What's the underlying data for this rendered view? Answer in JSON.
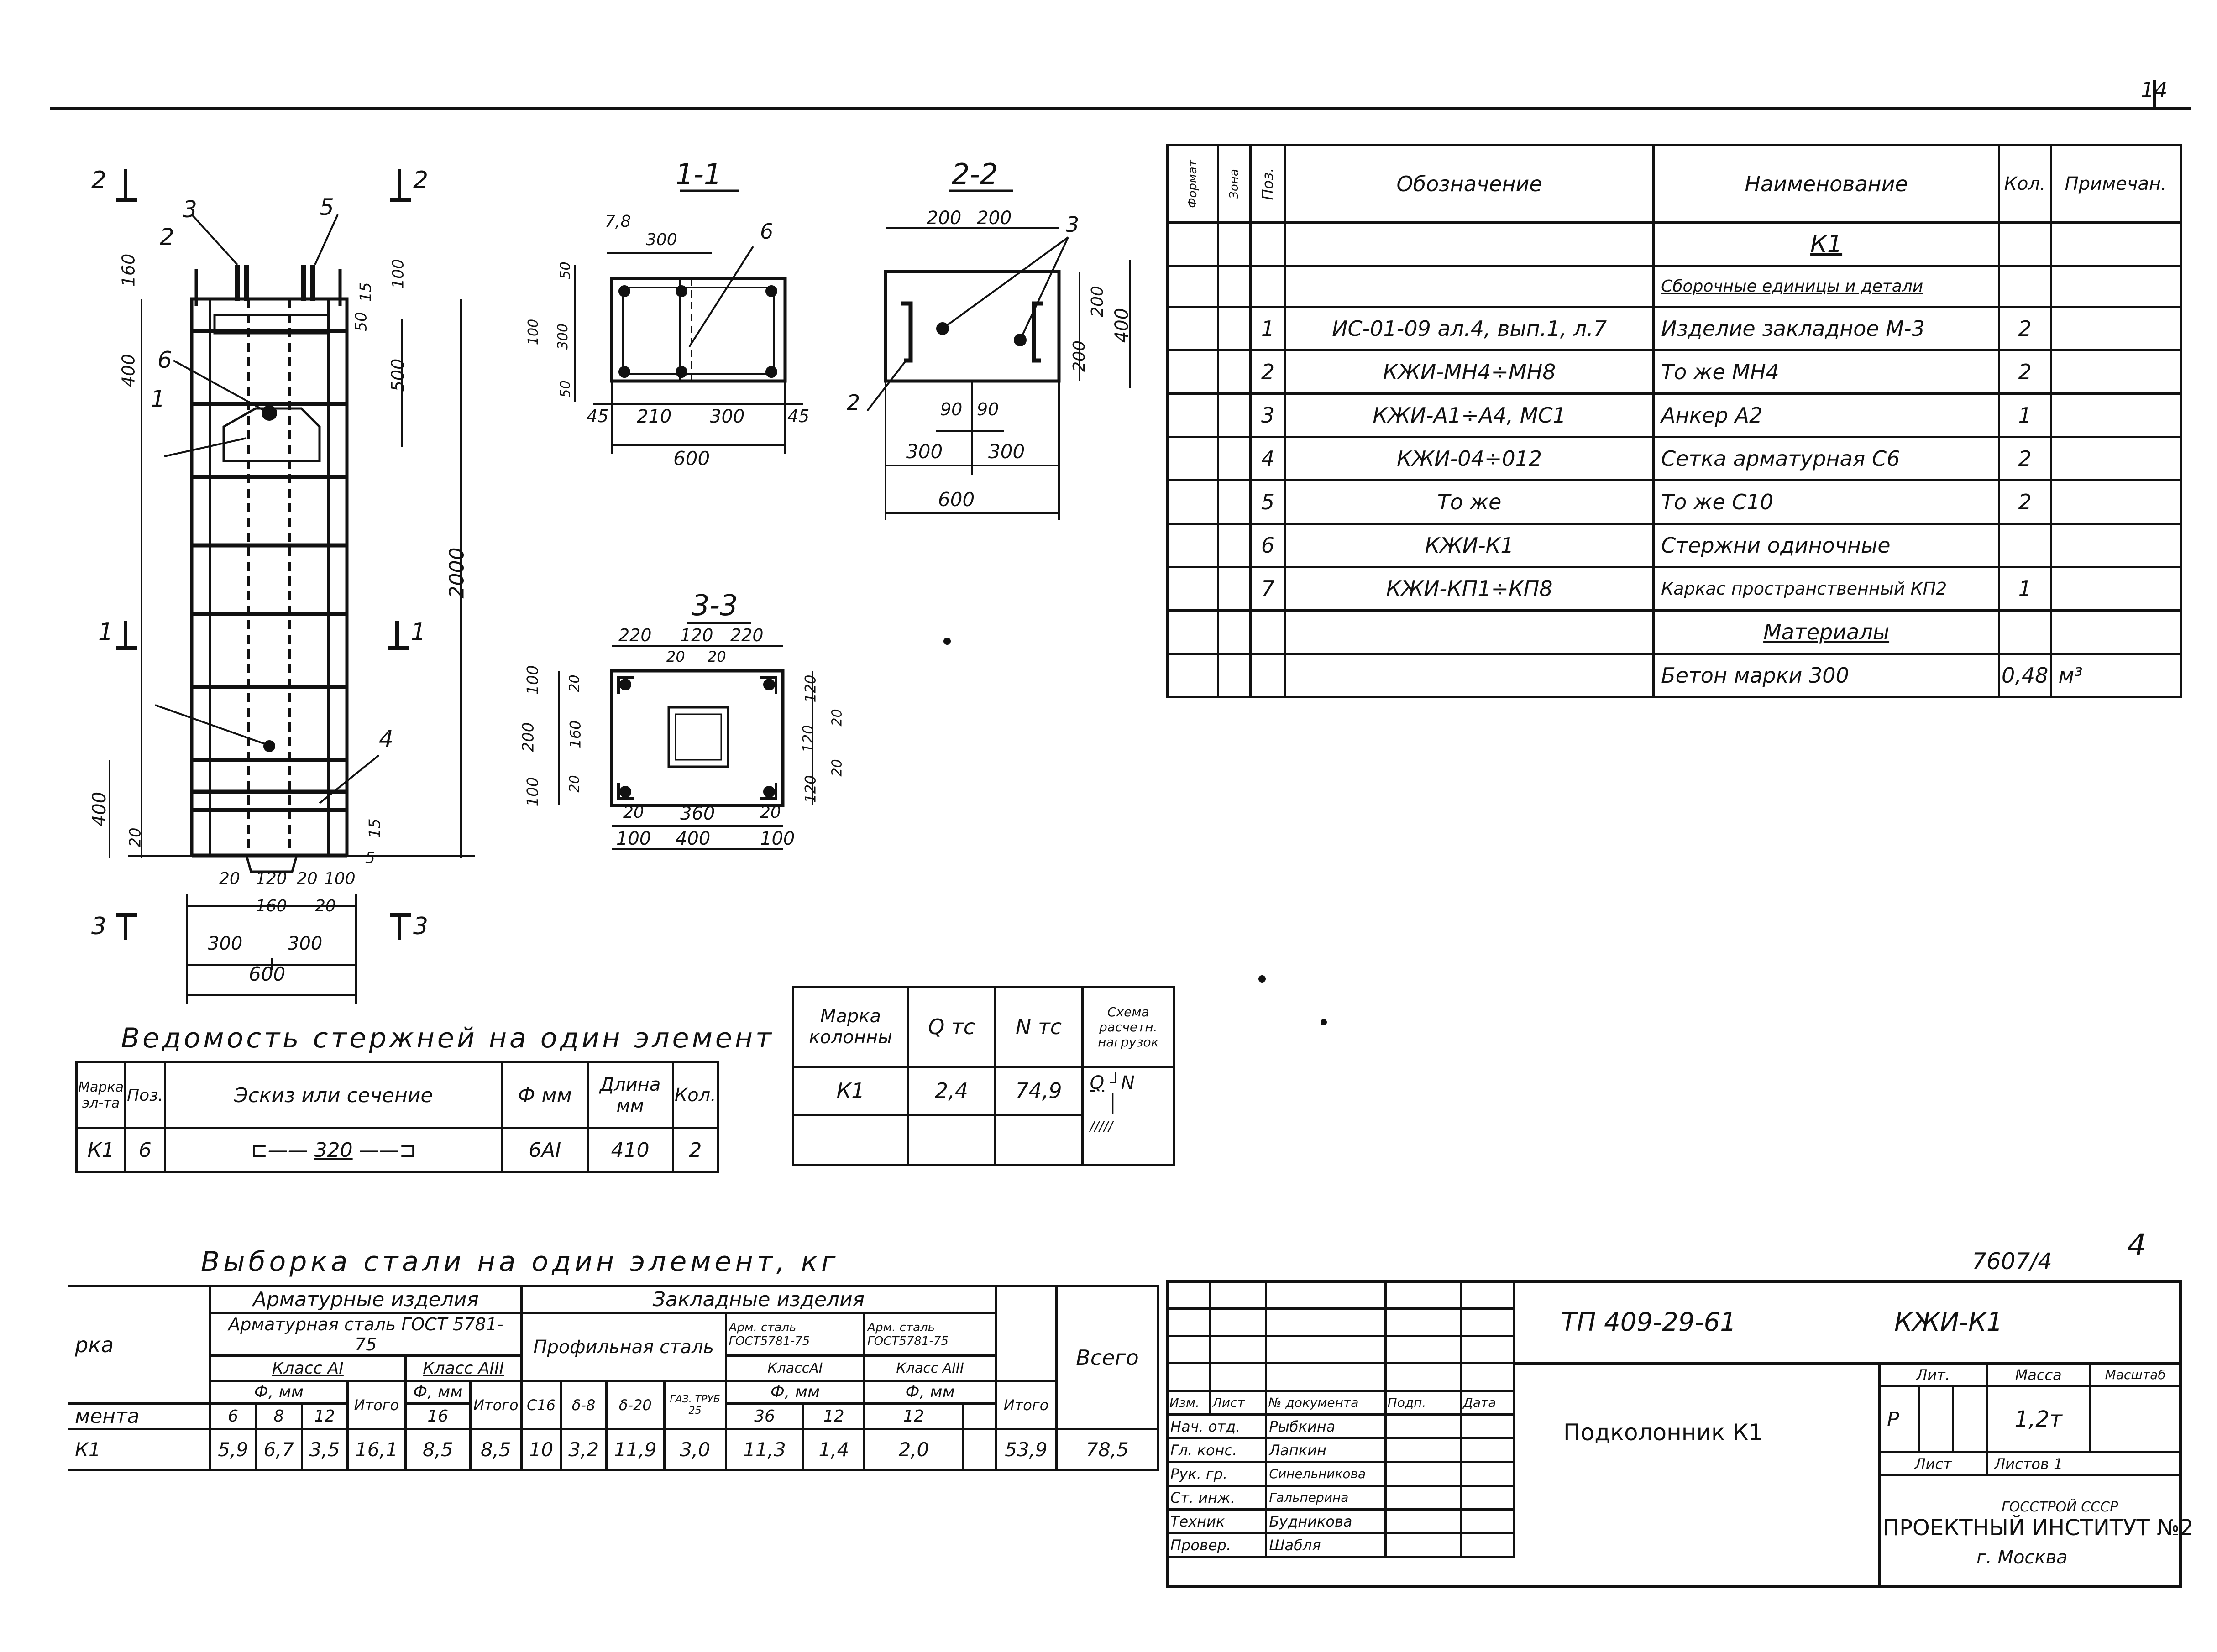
{
  "sheet_number": "14",
  "drawing": {
    "section_labels": [
      "1-1",
      "2-2",
      "3-3"
    ],
    "cut_marks": {
      "top_left": "2",
      "top_right": "2",
      "mid_left": "1",
      "mid_right": "1",
      "bot_left": "3",
      "bot_right": "3"
    },
    "elevation_dims": {
      "d160": "160",
      "d400a": "400",
      "d2000": "2000",
      "d500": "500",
      "d100": "100",
      "d15a": "15",
      "d50": "50",
      "d400b": "400",
      "d20a": "20",
      "d15b": "15",
      "d5": "5",
      "b20a": "20",
      "b120": "120",
      "b20b": "20",
      "b100": "100",
      "b160": "160",
      "b20c": "20",
      "b300a": "300",
      "b300b": "300",
      "b600": "600"
    },
    "elevation_callouts": [
      "1",
      "2",
      "3",
      "4",
      "5",
      "6"
    ],
    "sec11": {
      "top": [
        "7,8",
        "300"
      ],
      "left": [
        "50",
        "100",
        "300",
        "50"
      ],
      "bottom1": [
        "45",
        "210",
        "300",
        "45"
      ],
      "bottom2": "600",
      "callout": "6"
    },
    "sec22": {
      "top": [
        "200",
        "200"
      ],
      "right": [
        "200",
        "200",
        "400"
      ],
      "mid": [
        "90",
        "90"
      ],
      "bottom1": [
        "300",
        "300"
      ],
      "bottom2": "600",
      "callouts": [
        "2",
        "3"
      ]
    },
    "sec33": {
      "top": [
        "220",
        "120",
        "220"
      ],
      "top2": [
        "20",
        "20"
      ],
      "left": [
        "100",
        "200",
        "100"
      ],
      "left2": [
        "20",
        "160",
        "20"
      ],
      "right": [
        "120",
        "120",
        "120"
      ],
      "right2": [
        "20",
        "20"
      ],
      "bottom1": [
        "20",
        "360",
        "20"
      ],
      "bottom2": [
        "100",
        "400",
        "100"
      ]
    }
  },
  "spec_table": {
    "headers": {
      "format": "Формат",
      "zone": "Зона",
      "pos": "Поз.",
      "designation": "Обозначение",
      "name": "Наименование",
      "qty": "Кол.",
      "note": "Примечан."
    },
    "rows": [
      {
        "pos": "",
        "designation": "",
        "name": "К1",
        "qty": ""
      },
      {
        "pos": "",
        "designation": "",
        "name": "Сборочные единицы и детали",
        "qty": ""
      },
      {
        "pos": "1",
        "designation": "ИС-01-09 ал.4, вып.1, л.7",
        "name": "Изделие закладное М-3",
        "qty": "2"
      },
      {
        "pos": "2",
        "designation": "КЖИ-МН4÷МН8",
        "name": "То же          МН4",
        "qty": "2"
      },
      {
        "pos": "3",
        "designation": "КЖИ-А1÷А4, МС1",
        "name": "Анкер А2",
        "qty": "1"
      },
      {
        "pos": "4",
        "designation": "КЖИ-04÷012",
        "name": "Сетка арматурная С6",
        "qty": "2"
      },
      {
        "pos": "5",
        "designation": "То же",
        "name": "То же          С10",
        "qty": "2"
      },
      {
        "pos": "6",
        "designation": "КЖИ-К1",
        "name": "Стержни одиночные",
        "qty": ""
      },
      {
        "pos": "7",
        "designation": "КЖИ-КП1÷КП8",
        "name": "Каркас пространственный КП2",
        "qty": "1"
      },
      {
        "pos": "",
        "designation": "",
        "name": "Материалы",
        "qty": ""
      },
      {
        "pos": "",
        "designation": "",
        "name": "Бетон марки 300",
        "qty": "0,48",
        "note": "м³"
      }
    ]
  },
  "bars_table": {
    "title": "Ведомость стержней на один элемент",
    "headers": [
      "Марка эл-та",
      "Поз.",
      "Эскиз или сечение",
      "Ф мм",
      "Длина мм",
      "Кол."
    ],
    "row": [
      "К1",
      "6",
      "320",
      "6АI",
      "410",
      "2"
    ]
  },
  "load_table": {
    "headers": [
      "Марка колонны",
      "Q тс",
      "N тс",
      "Схема расчетн. нагрузок"
    ],
    "row": [
      "К1",
      "2,4",
      "74,9"
    ],
    "scheme": {
      "q": "Q",
      "n": "N"
    }
  },
  "steel_table": {
    "title": "Выборка стали на один элемент, кг",
    "group1": "Арматурные изделия",
    "group2": "Закладные изделия",
    "sub_arm": "Арматурная сталь ГОСТ 5781-75",
    "class_a1": "Класс АI",
    "class_a3": "Класс АIII",
    "dia_mm": "Ф, мм",
    "itogo": "Итого",
    "profile": "Профильная сталь",
    "arm_steel1": "Арм. сталь ГОСТ5781-75",
    "arm_steel2": "Арм. сталь ГОСТ5781-75",
    "klass_a1": "КлассАI",
    "klass_a3": "Класс АIII",
    "vsego": "Всего",
    "marka": "рка",
    "element": "мента",
    "dia_a1": [
      "6",
      "8",
      "12"
    ],
    "dia_a3": [
      "16"
    ],
    "profile_cols": [
      "С16",
      "δ-8",
      "δ-20",
      "ГАЗ. ТРУБ 25"
    ],
    "emb_a1": [
      "36",
      "12"
    ],
    "emb_a3": [
      "12"
    ],
    "row": {
      "mark": "К1",
      "v6": "5,9",
      "v8": "6,7",
      "v12": "3,5",
      "it1": "16,1",
      "v16": "8,5",
      "it2": "8,5",
      "c16": "10",
      "d8": "3,2",
      "d20": "11,9",
      "gaz": "3,0",
      "e36": "11,3",
      "e12": "1,4",
      "e12b": "2,0",
      "it3": "53,9",
      "total": "78,5"
    }
  },
  "title_block": {
    "doc_code": "ТП 409-29-61",
    "mark": "КЖИ-К1",
    "description": "Подколонник К1",
    "col_headers": [
      "Изм.",
      "Лист",
      "№ документа",
      "Подп.",
      "Дата"
    ],
    "people": [
      {
        "role": "Нач. отд.",
        "name": "Рыбкина"
      },
      {
        "role": "Гл. конс.",
        "name": "Лапкин"
      },
      {
        "role": "Рук. гр.",
        "name": "Синельникова"
      },
      {
        "role": "Ст. инж.",
        "name": "Гальперина"
      },
      {
        "role": "Техник",
        "name": "Будникова"
      },
      {
        "role": "Провер.",
        "name": "Шабля"
      }
    ],
    "lit_label": "Лит.",
    "mass_label": "Масса",
    "scale_label": "Масштаб",
    "lit_value": "Р",
    "mass_value": "1,2т",
    "sheet_label": "Лист",
    "sheets_label": "Листов 1",
    "org1": "ГОССТРОЙ СССР",
    "org2": "ПРОЕКТНЫЙ ИНСТИТУТ №2",
    "org3": "г. Москва",
    "inventory": "7607/4",
    "corner_number": "4"
  }
}
